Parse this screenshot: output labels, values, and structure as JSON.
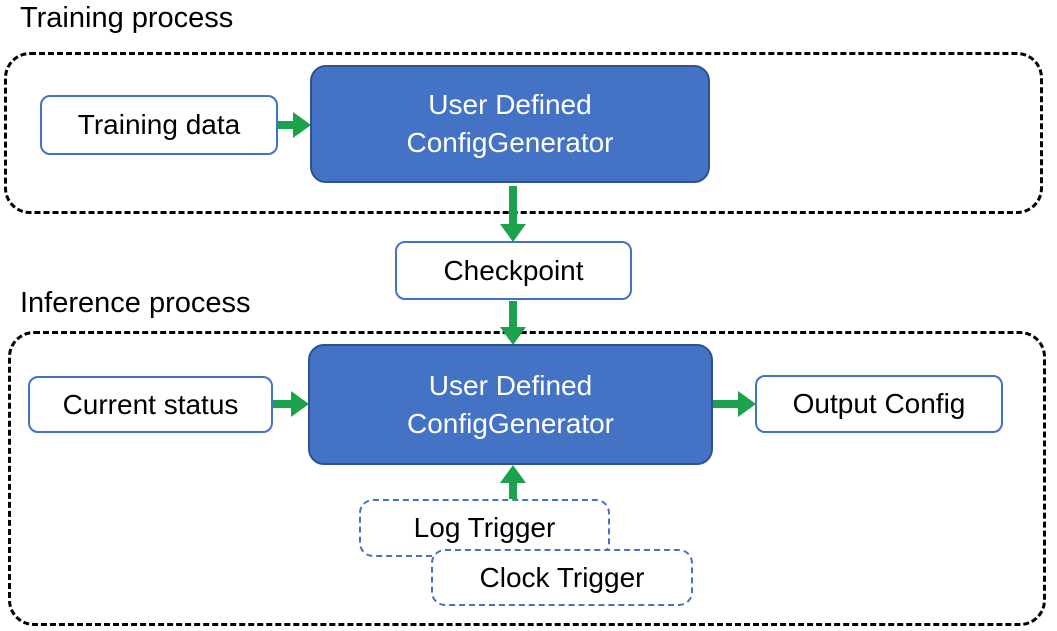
{
  "colors": {
    "accent_blue": "#4472C4",
    "accent_blue_border": "#2F528F",
    "arrow_green": "#1CA24C",
    "container_dash": "#000000",
    "box_text": "#000000",
    "generator_text": "#FFFFFF"
  },
  "training_section": {
    "label": "Training process",
    "input_box": "Training data",
    "generator_box": {
      "line1": "User Defined",
      "line2": "ConfigGenerator"
    }
  },
  "checkpoint": {
    "label": "Checkpoint"
  },
  "inference_section": {
    "label": "Inference process",
    "input_box": "Current status",
    "generator_box": {
      "line1": "User Defined",
      "line2": "ConfigGenerator"
    },
    "output_box": "Output Config",
    "triggers": {
      "log": "Log Trigger",
      "clock": "Clock Trigger"
    }
  }
}
